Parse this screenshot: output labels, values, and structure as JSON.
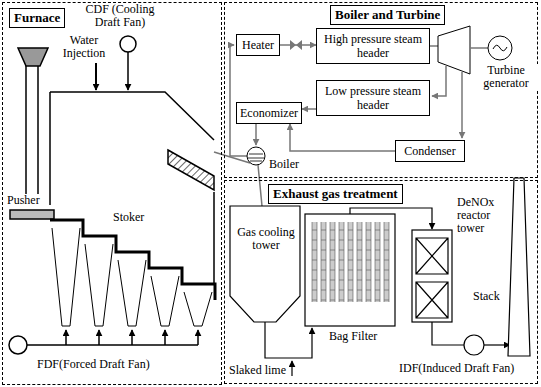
{
  "diagram": {
    "nodes": [
      {
        "text": [
          "Furnace"
        ]
      },
      {
        "text": [
          "Boiler and Turbine"
        ]
      },
      {
        "text": [
          "Heater"
        ],
        "in": 1
      },
      {
        "text": [
          "High pressure steam header"
        ],
        "in": 1
      },
      {
        "text": [
          "Low pressure steam header"
        ],
        "in": 1
      },
      {
        "text": [
          "Economizer"
        ],
        "in": 1
      },
      {
        "text": [
          "Condenser"
        ],
        "in": 1
      },
      {
        "text": [
          "Exhaust gas treatment"
        ]
      }
    ],
    "edges": [
      {
        "from": 2,
        "to": 3,
        "arrow": "to"
      },
      {
        "from": 4,
        "to": 5,
        "arrow": "to"
      },
      {
        "from": 6,
        "to": 5,
        "arrow": "to"
      }
    ],
    "labels": [
      "CDF (Cooling Draft Fan)",
      "Water Injection",
      "Pusher",
      "Stoker",
      "FDF(Forced Draft Fan)",
      "Turbine generator",
      "Boiler",
      "Gas cooling tower",
      "Bag Filter",
      "DeNOx reactor tower",
      "Stack",
      "Slaked lime",
      "IDF(Induced Draft Fan)"
    ]
  }
}
